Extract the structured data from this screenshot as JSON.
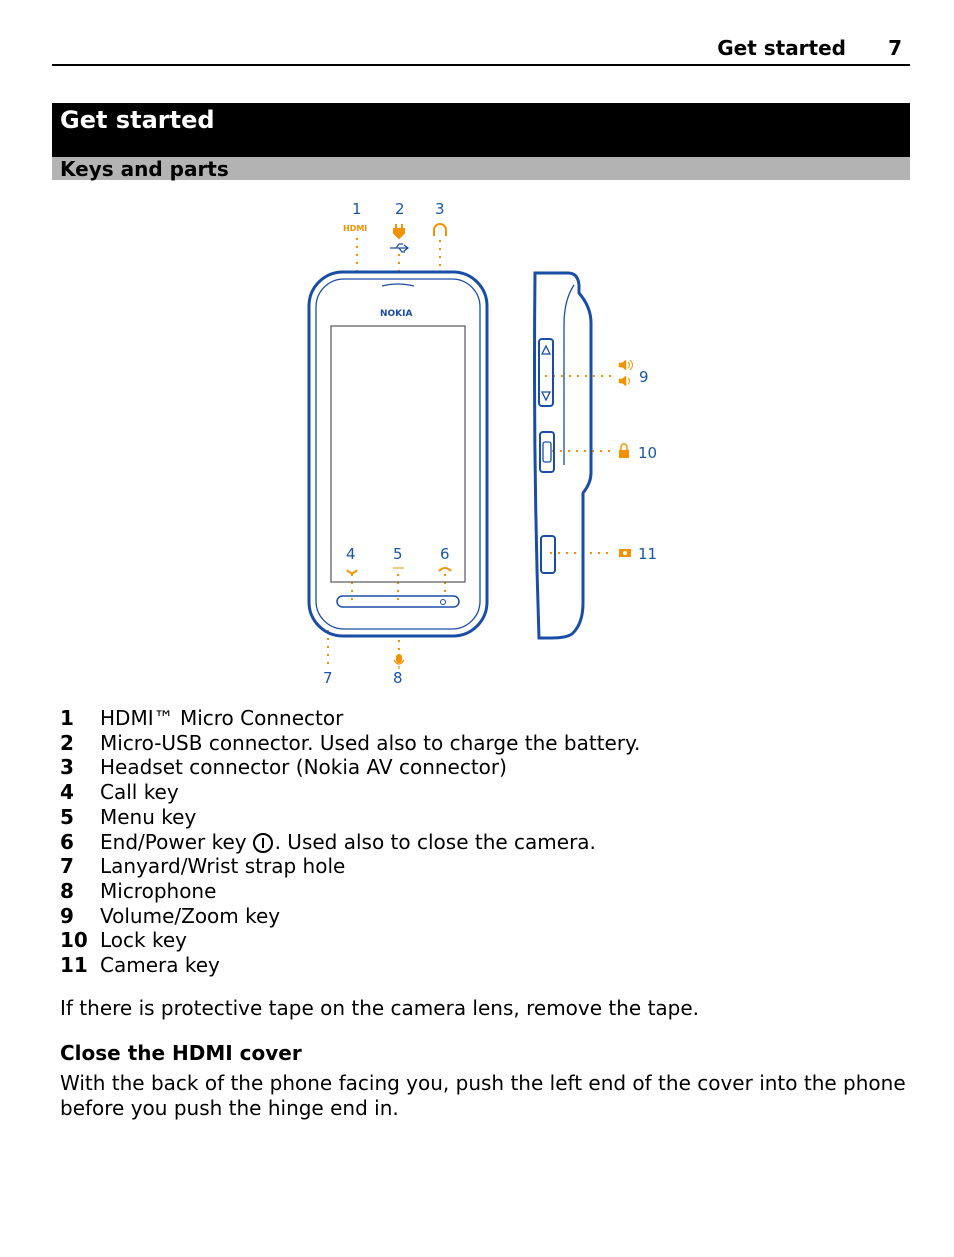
{
  "header": {
    "section": "Get started",
    "page_number": "7"
  },
  "title": "Get started",
  "subtitle": "Keys and parts",
  "figure": {
    "callout_numbers": [
      "1",
      "2",
      "3",
      "4",
      "5",
      "6",
      "7",
      "8",
      "9",
      "10",
      "11"
    ],
    "brand_label": "NOKIA",
    "hdmi_label": "HDMI",
    "colors": {
      "outline": "#1a4ea6",
      "callout": "#f39200",
      "number": "#1a57a6"
    }
  },
  "keys": [
    {
      "num": "1",
      "text": "HDMI™ Micro Connector"
    },
    {
      "num": "2",
      "text": "Micro-USB connector. Used also to charge the battery."
    },
    {
      "num": "3",
      "text": "Headset connector (Nokia AV connector)"
    },
    {
      "num": "4",
      "text": "Call key"
    },
    {
      "num": "5",
      "text": "Menu key"
    },
    {
      "num": "6",
      "text_before": "End/Power key",
      "icon": "power-icon",
      "text_after": ". Used also to close the camera."
    },
    {
      "num": "7",
      "text": "Lanyard/Wrist strap hole"
    },
    {
      "num": "8",
      "text": "Microphone"
    },
    {
      "num": "9",
      "text": "Volume/Zoom key"
    },
    {
      "num": "10",
      "text": "Lock key"
    },
    {
      "num": "11",
      "text": "Camera key"
    }
  ],
  "tape_note": "If there is protective tape on the camera lens, remove the tape.",
  "hdmi_cover": {
    "heading": "Close the HDMI cover",
    "body": "With the back of the phone facing you, push the left end of the cover into the phone before you push the hinge end in."
  }
}
